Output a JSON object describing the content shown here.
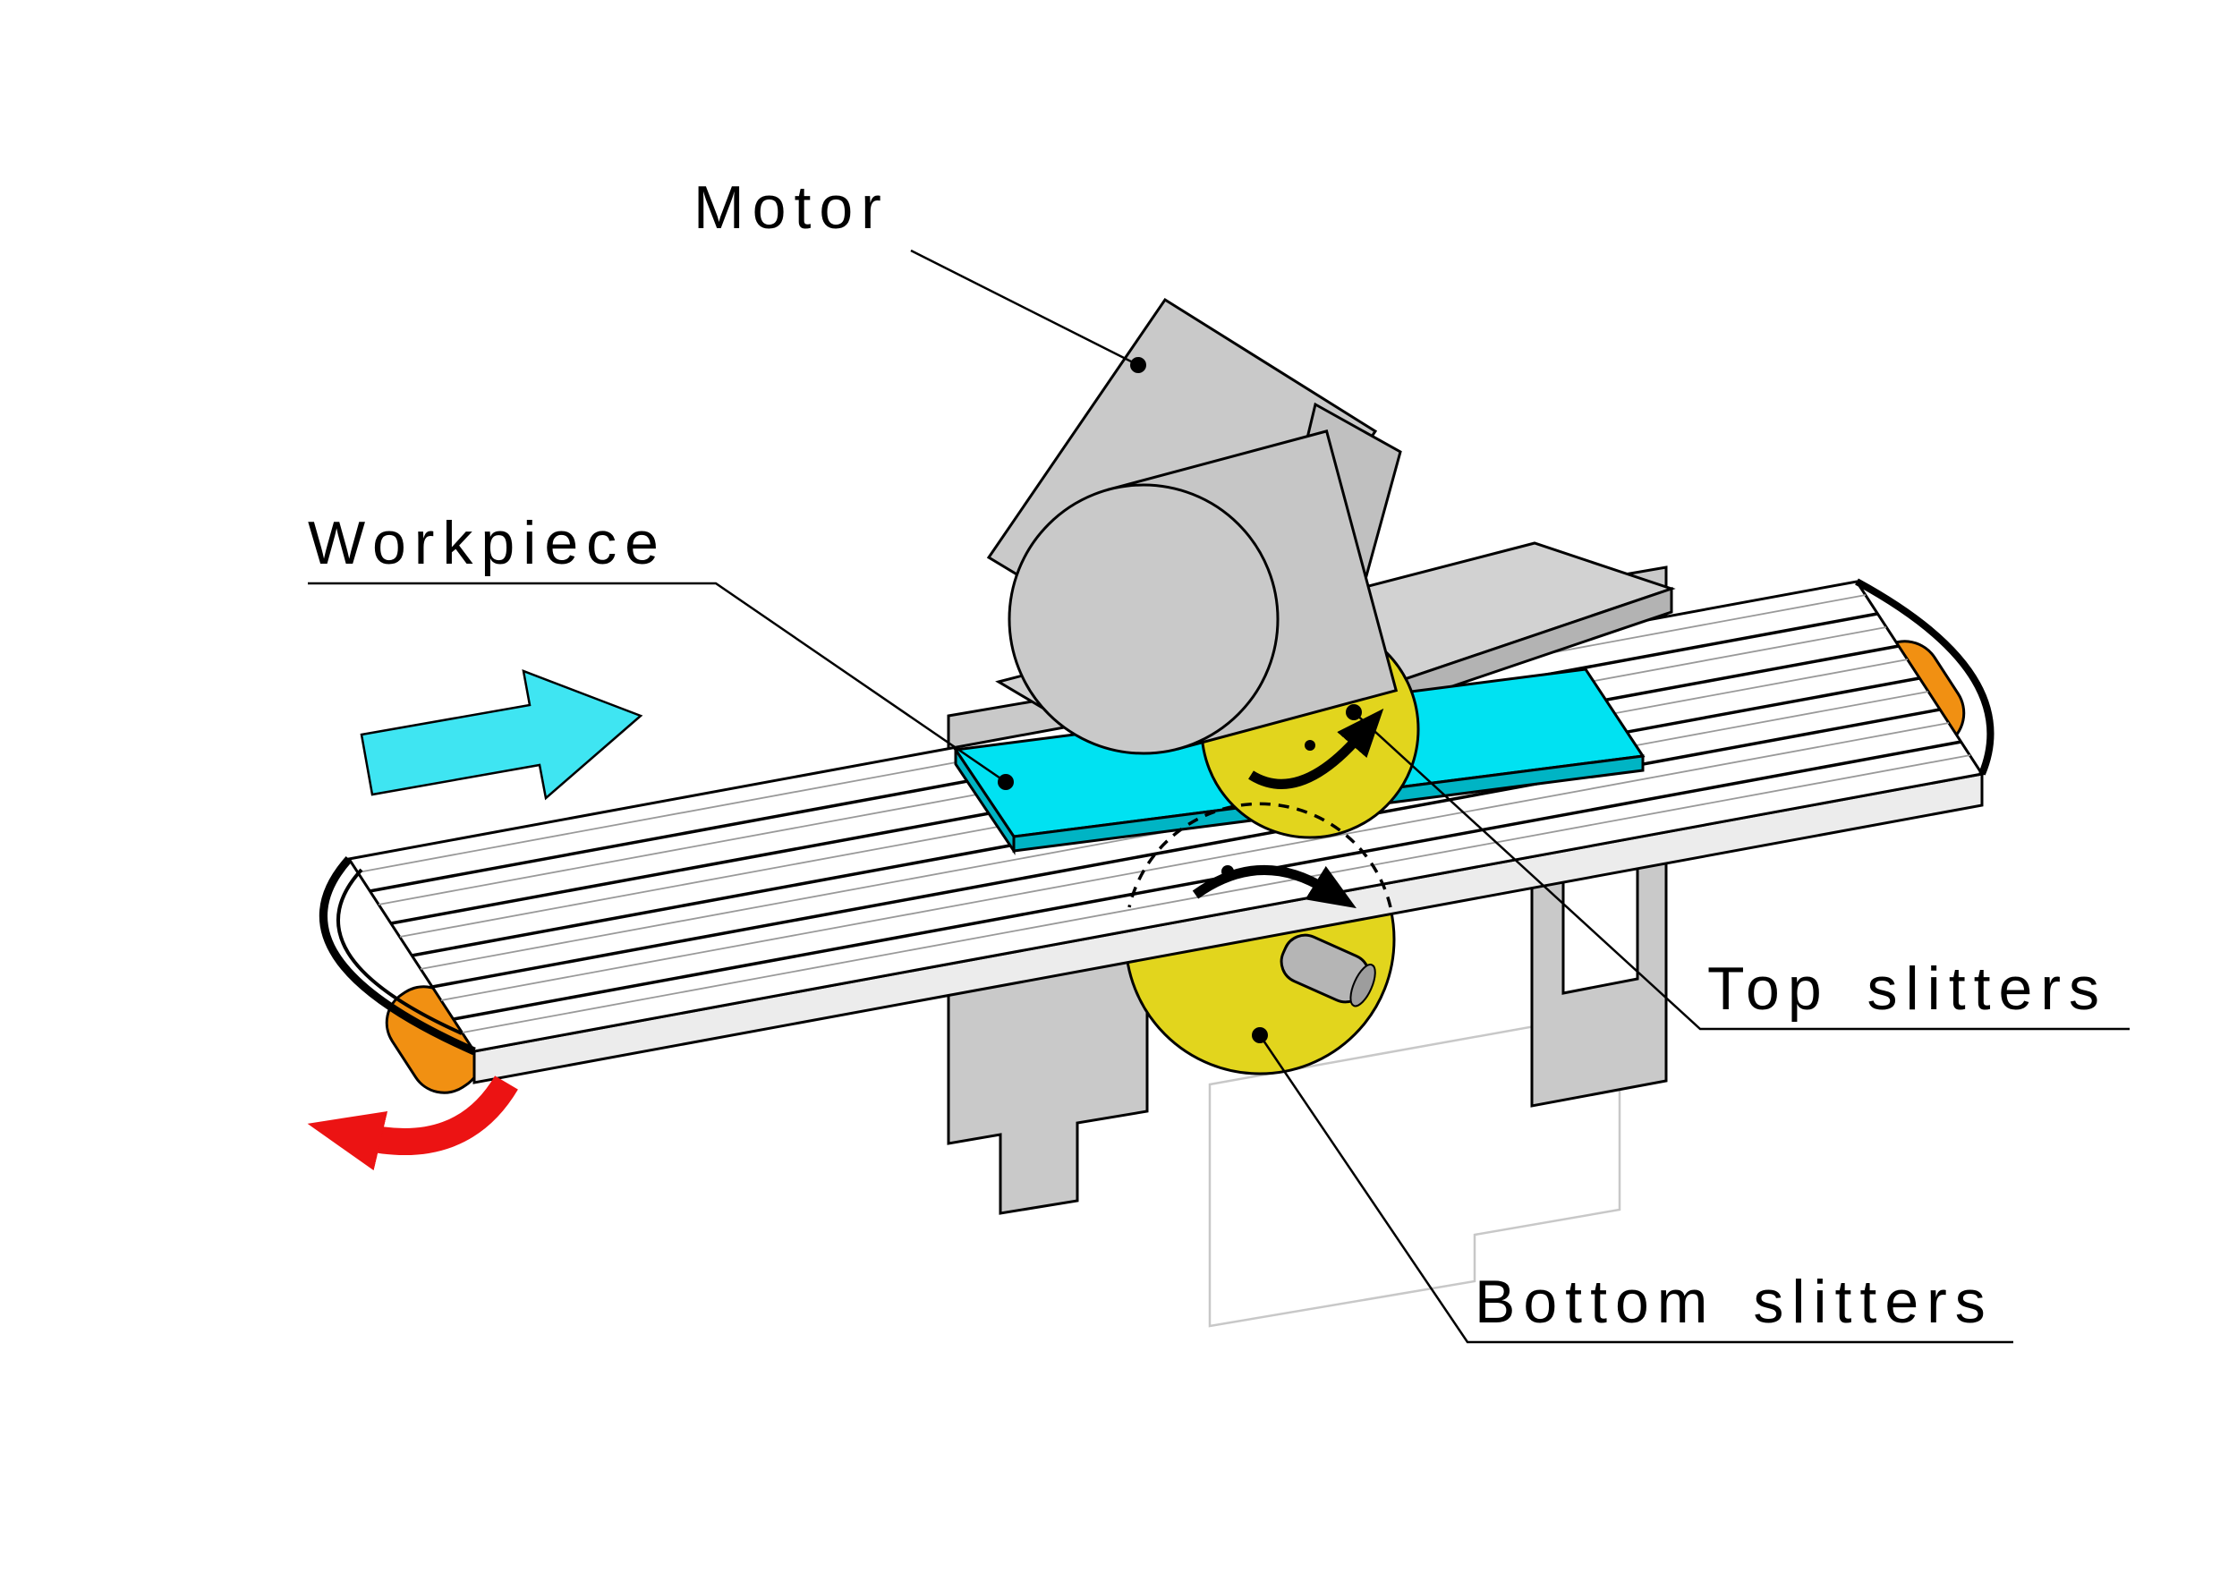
{
  "diagram": {
    "labels": {
      "motor": "Motor",
      "workpiece": "Workpiece",
      "top_slitters": "Top slitters",
      "bottom_slitters": "Bottom slitters"
    },
    "colors": {
      "workpiece_top": "#00e2f2",
      "workpiece_side": "#00b4c4",
      "feed_arrow_cyan": "#3fe5f2",
      "slitter_yellow": "#e2d51d",
      "roller_orange": "#f19012",
      "rotation_arrow_red": "#ec1313",
      "machine_gray": "#c9c9c9",
      "machine_gray_dark": "#b3b3b3",
      "shaft_gray": "#b5b5b5"
    },
    "arrows": {
      "feed_direction": "right",
      "belt_roller_rotation": "counter-clockwise",
      "top_slitter_rotation": "clockwise",
      "bottom_slitter_rotation": "clockwise"
    }
  }
}
